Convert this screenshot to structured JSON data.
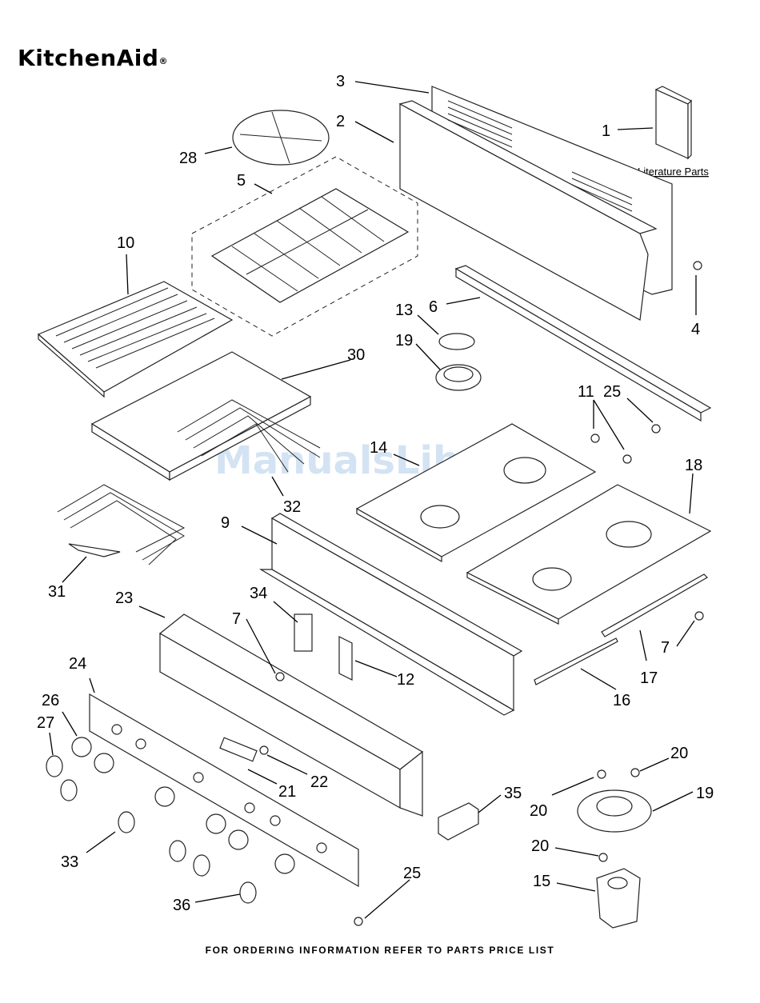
{
  "brand": {
    "logo_text": "KitchenAid",
    "registered_mark": "®"
  },
  "literature_label": "Literature Parts",
  "watermark": "ManualsLib.com",
  "footer_text": "FOR ORDERING INFORMATION REFER TO PARTS PRICE LIST",
  "callouts": [
    {
      "id": "c3",
      "text": "3"
    },
    {
      "id": "c2",
      "text": "2"
    },
    {
      "id": "c1",
      "text": "1"
    },
    {
      "id": "c28",
      "text": "28"
    },
    {
      "id": "c5",
      "text": "5"
    },
    {
      "id": "c10",
      "text": "10"
    },
    {
      "id": "c13",
      "text": "13"
    },
    {
      "id": "c6",
      "text": "6"
    },
    {
      "id": "c4",
      "text": "4"
    },
    {
      "id": "c19a",
      "text": "19"
    },
    {
      "id": "c30",
      "text": "30"
    },
    {
      "id": "c11",
      "text": "11"
    },
    {
      "id": "c25a",
      "text": "25"
    },
    {
      "id": "c14",
      "text": "14"
    },
    {
      "id": "c18",
      "text": "18"
    },
    {
      "id": "c32",
      "text": "32"
    },
    {
      "id": "c9",
      "text": "9"
    },
    {
      "id": "c31",
      "text": "31"
    },
    {
      "id": "c23",
      "text": "23"
    },
    {
      "id": "c34",
      "text": "34"
    },
    {
      "id": "c7a",
      "text": "7"
    },
    {
      "id": "c7b",
      "text": "7"
    },
    {
      "id": "c12",
      "text": "12"
    },
    {
      "id": "c17",
      "text": "17"
    },
    {
      "id": "c16",
      "text": "16"
    },
    {
      "id": "c24",
      "text": "24"
    },
    {
      "id": "c26",
      "text": "26"
    },
    {
      "id": "c27",
      "text": "27"
    },
    {
      "id": "c20a",
      "text": "20"
    },
    {
      "id": "c21",
      "text": "21"
    },
    {
      "id": "c22",
      "text": "22"
    },
    {
      "id": "c35",
      "text": "35"
    },
    {
      "id": "c19b",
      "text": "19"
    },
    {
      "id": "c20b",
      "text": "20"
    },
    {
      "id": "c33",
      "text": "33"
    },
    {
      "id": "c20c",
      "text": "20"
    },
    {
      "id": "c25b",
      "text": "25"
    },
    {
      "id": "c15",
      "text": "15"
    },
    {
      "id": "c36",
      "text": "36"
    }
  ]
}
